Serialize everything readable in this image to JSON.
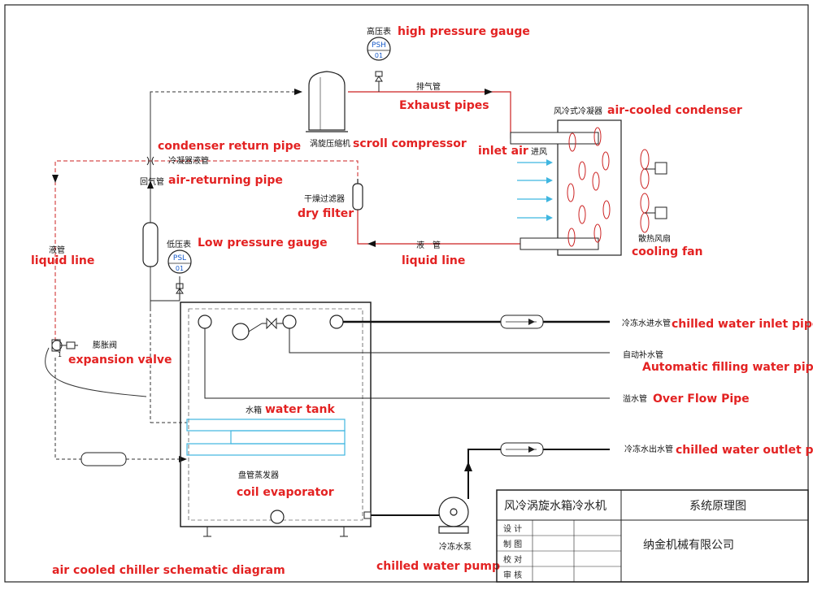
{
  "labels": {
    "high_pressure_gauge_cn": "高压表",
    "high_pressure_gauge": "high pressure gauge",
    "psh": "PSH",
    "psh_num": "01",
    "exhaust_cn": "排气管",
    "exhaust": "Exhaust pipes",
    "condenser_cn": "风冷式冷凝器",
    "condenser": "air-cooled condenser",
    "compressor_cn": "涡旋压缩机",
    "compressor": "scroll compressor",
    "condenser_return": "condenser return pipe",
    "condenser_liquid_cn": "冷凝器液管",
    "inlet_air": "inlet air",
    "inlet_air_cn": "进风",
    "air_return_cn": "回气管",
    "air_return": "air-returning pipe",
    "dry_filter_cn": "干燥过滤器",
    "dry_filter": "dry filter",
    "liquid_line_cn_left": "液管",
    "liquid_line_left": "liquid line",
    "low_pressure_cn": "低压表",
    "low_pressure": "Low pressure gauge",
    "psl": "PSL",
    "psl_num": "01",
    "liquid_line_cn_mid": "液　管",
    "liquid_line_mid": "liquid line",
    "fan_cn": "散热风扇",
    "fan": "cooling fan",
    "expansion_cn": "膨胀阀",
    "expansion": "expansion valve",
    "chilled_in_cn": "冷冻水进水管",
    "chilled_in": "chilled water inlet pipe",
    "auto_fill_cn": "自动补水管",
    "auto_fill": "Automatic filling water pipe",
    "overflow_cn": "溢水管",
    "overflow": "Over Flow Pipe",
    "tank_cn": "水箱",
    "tank": "water tank",
    "chilled_out_cn": "冷冻水出水管",
    "chilled_out": "chilled water outlet pip",
    "coil_cn": "盘管蒸发器",
    "coil": "coil evaporator",
    "pump_cn": "冷冻水泵",
    "pump": "chilled water pump",
    "diagram_title": "air cooled chiller schematic diagram",
    "valve_num": "1"
  },
  "title_block": {
    "product": "风冷涡旋水箱冷水机",
    "drawing": "系统原理图",
    "company": "纳金机械有限公司",
    "rows": [
      "设 计",
      "制 图",
      "校 对",
      "审 核"
    ]
  }
}
